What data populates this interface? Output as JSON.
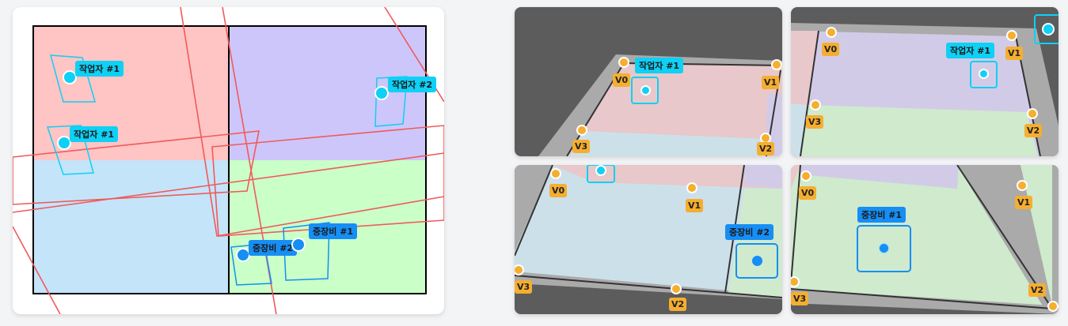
{
  "map": {
    "markers": [
      {
        "label": "작업자 #1",
        "type": "worker"
      },
      {
        "label": "작업자 #1",
        "type": "worker"
      },
      {
        "label": "작업자 #2",
        "type": "worker"
      },
      {
        "label": "중장비 #2",
        "type": "equipment"
      },
      {
        "label": "중장비 #1",
        "type": "equipment"
      }
    ],
    "zone_colors": [
      "#ffc4c4",
      "#cdc6fb",
      "#c4e4fa",
      "#caffc8"
    ]
  },
  "cameras": [
    {
      "vertices": [
        "V0",
        "V1",
        "V2",
        "V3"
      ],
      "objects": [
        "작업자 #1"
      ]
    },
    {
      "vertices": [
        "V0",
        "V1",
        "V2",
        "V3"
      ],
      "objects": [
        "작업자 #1"
      ]
    },
    {
      "vertices": [
        "V0",
        "V1",
        "V2",
        "V3"
      ],
      "objects": [
        "중장비 #2"
      ]
    },
    {
      "vertices": [
        "V0",
        "V1",
        "V2",
        "V3"
      ],
      "objects": [
        "중장비 #1"
      ]
    }
  ],
  "colors": {
    "worker": "#0fd0f5",
    "equipment": "#168ef5",
    "vertex": "#f5ae2f"
  }
}
